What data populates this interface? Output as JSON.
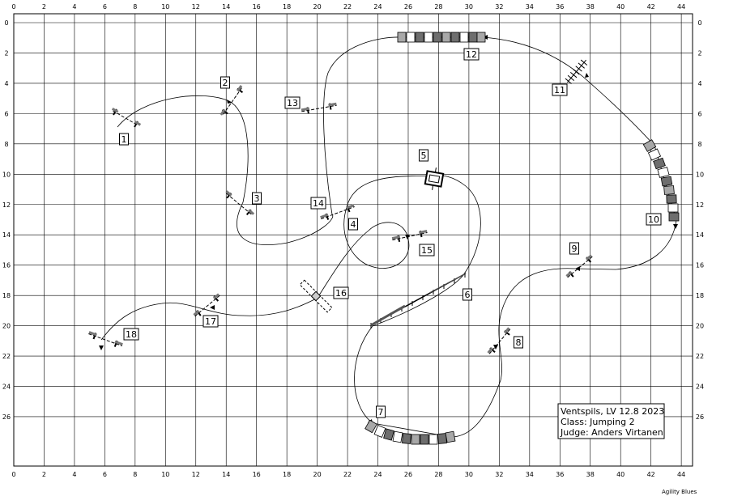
{
  "grid": {
    "x_ticks": [
      "0",
      "2",
      "4",
      "6",
      "8",
      "10",
      "12",
      "14",
      "16",
      "18",
      "20",
      "22",
      "24",
      "26",
      "28",
      "30",
      "32",
      "34",
      "36",
      "38",
      "40",
      "42",
      "44"
    ],
    "y_ticks": [
      "0",
      "2",
      "4",
      "6",
      "8",
      "10",
      "12",
      "14",
      "16",
      "18",
      "20",
      "22",
      "24",
      "26"
    ]
  },
  "obstacles": [
    {
      "num": "1",
      "type": "jump",
      "angle": 30
    },
    {
      "num": "2",
      "type": "jump",
      "angle": -55
    },
    {
      "num": "3",
      "type": "jump",
      "angle": 40
    },
    {
      "num": "4",
      "type": "jump",
      "angle": -20
    },
    {
      "num": "5",
      "type": "table"
    },
    {
      "num": "6",
      "type": "dogwalk",
      "angle": -28
    },
    {
      "num": "7",
      "type": "tunnel"
    },
    {
      "num": "8",
      "type": "jump",
      "angle": -50
    },
    {
      "num": "9",
      "type": "jump",
      "angle": -40
    },
    {
      "num": "10",
      "type": "tunnel"
    },
    {
      "num": "11",
      "type": "weave",
      "angle": -50
    },
    {
      "num": "12",
      "type": "tunnel"
    },
    {
      "num": "13",
      "type": "jump",
      "angle": -10
    },
    {
      "num": "14",
      "type": "jump",
      "angle": -20
    },
    {
      "num": "15",
      "type": "jump",
      "angle": -12
    },
    {
      "num": "16",
      "type": "tire",
      "angle": 45
    },
    {
      "num": "17",
      "type": "jump",
      "angle": -40
    },
    {
      "num": "18",
      "type": "jump",
      "angle": 20
    }
  ],
  "info": {
    "line1": "Ventspils, LV 12.8 2023",
    "line2": "Class: Jumping 2",
    "line3": "Judge: Anders Virtanen"
  },
  "credit": "Agility Blues",
  "colors": {
    "line": "#000000",
    "grid": "#000000",
    "tunnel_dark": "#6e6e6e",
    "tunnel_mid": "#a8a8a8",
    "tunnel_light": "#ffffff"
  }
}
